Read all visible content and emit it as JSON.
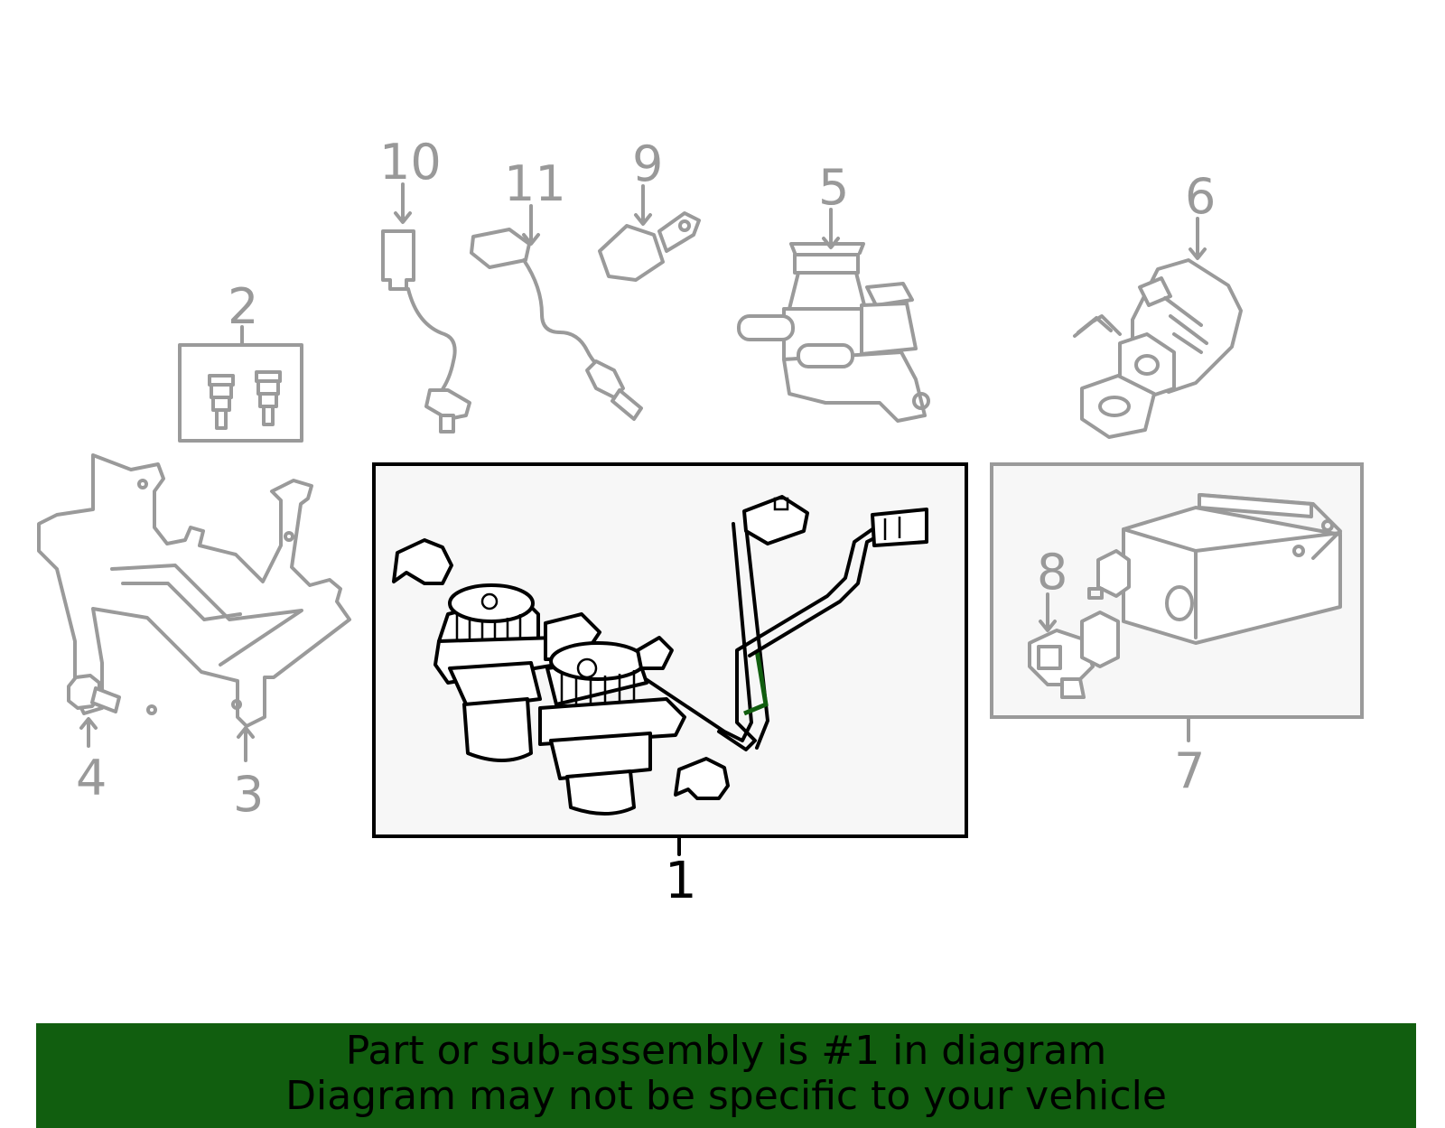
{
  "colors": {
    "banner_bg": "#115e0f",
    "highlight_line": "#115e0f",
    "inactive_part": "#9a9a9a",
    "active_part": "#000000",
    "box_fill": "#f7f7f7"
  },
  "callouts": {
    "c1": "1",
    "c2": "2",
    "c3": "3",
    "c4": "4",
    "c5": "5",
    "c6": "6",
    "c7": "7",
    "c8": "8",
    "c9": "9",
    "c10": "10",
    "c11": "11"
  },
  "banner": {
    "line1": "Part or sub-assembly is #1 in diagram",
    "line2": "Diagram may not be specific to your vehicle"
  }
}
